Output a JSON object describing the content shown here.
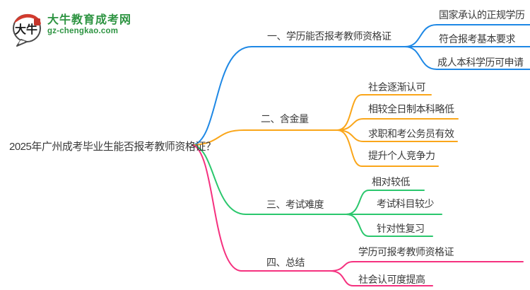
{
  "logo": {
    "icon_text": "大牛",
    "title": "大牛教育成考网",
    "domain": "gz-chengkao.com",
    "brand_color": "#2E9442"
  },
  "root": {
    "label": "2025年广州成考毕业生能否报考教师资格证？"
  },
  "branches": [
    {
      "label": "一、学历能否报考教师资格证",
      "color": "#1E88E5",
      "children": [
        "国家承认的正规学历",
        "符合报考基本要求",
        "成人本科学历可申请"
      ]
    },
    {
      "label": "二、含金量",
      "color": "#FAA61A",
      "children": [
        "社会逐渐认可",
        "相较全日制本科略低",
        "求职和考公务员有效",
        "提升个人竞争力"
      ]
    },
    {
      "label": "三、考试难度",
      "color": "#2BC76D",
      "children": [
        "相对较低",
        "考试科目较少",
        "针对性复习"
      ]
    },
    {
      "label": "四、总结",
      "color": "#F5317F",
      "children": [
        "学历可报考教师资格证",
        "社会认可度提高"
      ]
    }
  ],
  "text_color": "#3A3A3A",
  "background": "#FFFFFF"
}
